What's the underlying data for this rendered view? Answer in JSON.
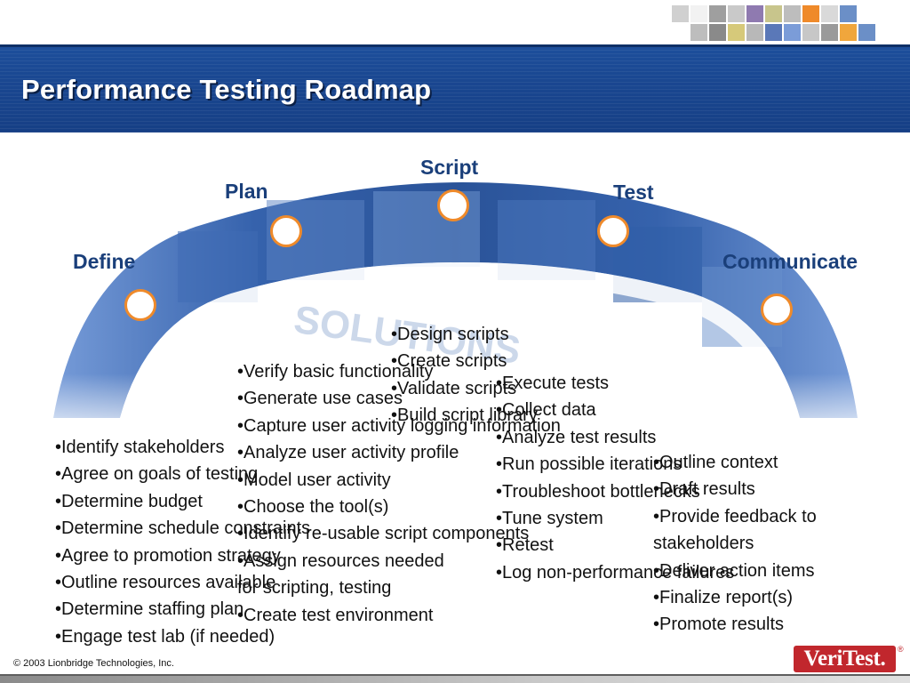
{
  "title": "Performance Testing Roadmap",
  "mosaic_colors": [
    "#d0d0d0",
    "#f2f2f2",
    "#9f9f9f",
    "#c9c9c9",
    "#8f7ab0",
    "#c8c58c",
    "#bdbdbd",
    "#ef8a2a",
    "#d9d9d9",
    "#6b8fc7",
    "#ffffff",
    "#ffffff",
    "#ffffff",
    "#bdbdbd",
    "#8a8a8a",
    "#d6c97a",
    "#b8b8b8",
    "#5a78b8",
    "#7b9cd8",
    "#c7c7c7",
    "#9a9a9a",
    "#f0a63c",
    "#6b8fc7",
    "#ffffff"
  ],
  "stages": {
    "define": "Define",
    "plan": "Plan",
    "script": "Script",
    "test": "Test",
    "communicate": "Communicate"
  },
  "arc_text": "SOLUTIONS",
  "define_items": [
    "•Identify stakeholders",
    "•Agree on goals of testing",
    "•Determine budget",
    "•Determine schedule constraints",
    "•Agree to promotion strategy",
    "•Outline resources available",
    "•Determine staffing plan",
    "•Engage test lab (if needed)"
  ],
  "plan_items": [
    "•Verify basic functionality",
    "•Generate use cases",
    "•Capture user activity logging information",
    "•Analyze user activity profile",
    "•Model user activity",
    "•Choose the tool(s)",
    "•Identify re-usable script components",
    "•Assign resources needed",
    "for scripting, testing",
    "•Create test environment"
  ],
  "script_items": [
    "•Design scripts",
    "•Create scripts",
    "•Validate scripts",
    "•Build script library"
  ],
  "test_items": [
    "•Execute tests",
    "•Collect data",
    "•Analyze test results",
    "•Run possible iterations",
    "•Troubleshoot bottlenecks",
    "•Tune system",
    "•Retest",
    "•Log non-performance failures"
  ],
  "communicate_items": [
    "•Outline context",
    "•Draft results",
    "•Provide feedback to",
    "stakeholders",
    "•Deliver action items",
    "•Finalize report(s)",
    "•Promote results"
  ],
  "copyright": "© 2003 Lionbridge Technologies, Inc.",
  "logo_text": "VeriTest.",
  "logo_reg": "®"
}
